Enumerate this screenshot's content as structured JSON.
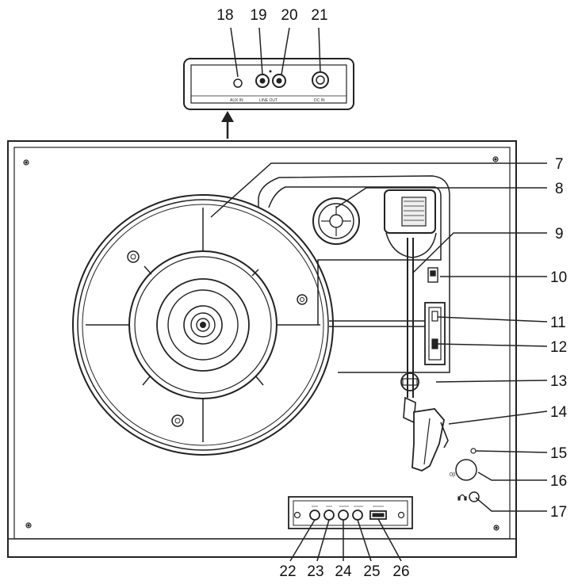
{
  "callouts": {
    "c7": "7",
    "c8": "8",
    "c9": "9",
    "c10": "10",
    "c11": "11",
    "c12": "12",
    "c13": "13",
    "c14": "14",
    "c15": "15",
    "c16": "16",
    "c17": "17",
    "c18": "18",
    "c19": "19",
    "c20": "20",
    "c21": "21",
    "c22": "22",
    "c23": "23",
    "c24": "24",
    "c25": "25",
    "c26": "26"
  },
  "colors": {
    "line": "#222222",
    "background": "#ffffff"
  },
  "icons": {
    "rear_arrow": "arrow-up-icon",
    "headphone": "headphone-icon"
  }
}
